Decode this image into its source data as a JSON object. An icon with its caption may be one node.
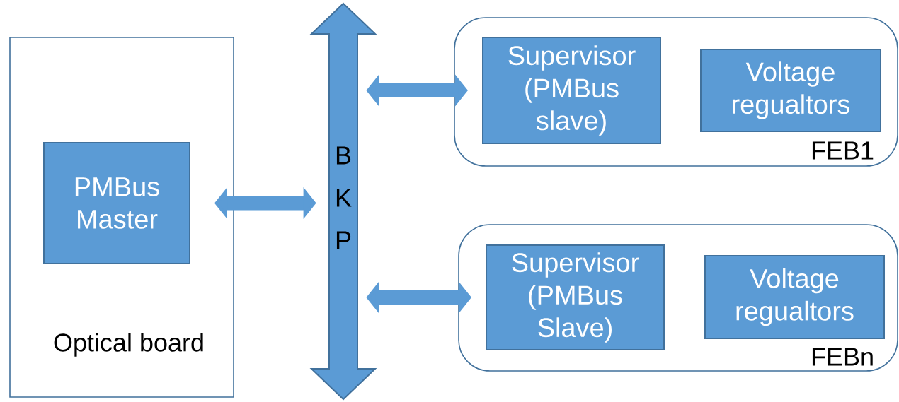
{
  "diagram": {
    "nodes": [
      {
        "text": [
          "Optical board"
        ]
      },
      {
        "text": [
          "PMBus Master"
        ],
        "in": 0
      },
      {
        "text": [
          "B K P"
        ]
      },
      {
        "text": [
          "FEB1"
        ]
      },
      {
        "text": [
          "Supervisor (PMBus slave)"
        ],
        "in": 3
      },
      {
        "text": [
          "Voltage regualtors"
        ],
        "in": 3
      },
      {
        "text": [
          "FEBn"
        ]
      },
      {
        "text": [
          "Supervisor (PMBus Slave)"
        ],
        "in": 6
      },
      {
        "text": [
          "Voltage regualtors"
        ],
        "in": 6
      }
    ],
    "edges": [
      {
        "from": 1,
        "to": 2,
        "arrow": "both"
      },
      {
        "from": 2,
        "to": 4,
        "arrow": "both"
      },
      {
        "from": 2,
        "to": 7,
        "arrow": "both"
      }
    ]
  }
}
